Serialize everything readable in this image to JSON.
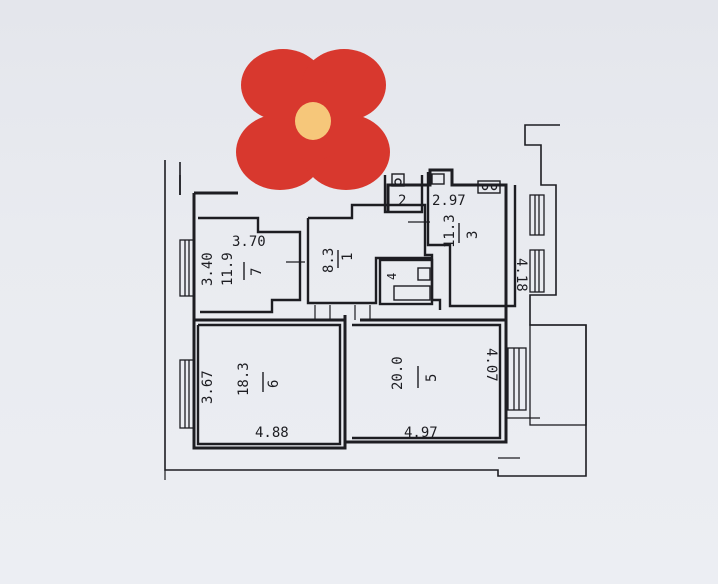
{
  "plan": {
    "rooms": [
      {
        "id": "room-7",
        "number": "7",
        "area": "11.9",
        "dims": [
          "3.70",
          "3.40"
        ]
      },
      {
        "id": "room-1",
        "number": "1",
        "area": "8.3",
        "dims": []
      },
      {
        "id": "room-2",
        "number": "2",
        "area": "",
        "dims": []
      },
      {
        "id": "room-3",
        "number": "3",
        "area": "11.3",
        "dims": [
          "2.97",
          "4.18"
        ]
      },
      {
        "id": "room-4",
        "number": "4",
        "area": "",
        "dims": []
      },
      {
        "id": "room-6",
        "number": "6",
        "area": "18.3",
        "dims": [
          "3.67",
          "4.88"
        ]
      },
      {
        "id": "room-5",
        "number": "5",
        "area": "20.0",
        "dims": [
          "4.07",
          "4.97"
        ]
      }
    ]
  },
  "overlay": {
    "icon": "flower-sticker-icon",
    "petal_color": "#d8382e",
    "center_color": "#f6c77a"
  },
  "colors": {
    "paper": "#e8eaef",
    "ink": "#1d1d22"
  }
}
